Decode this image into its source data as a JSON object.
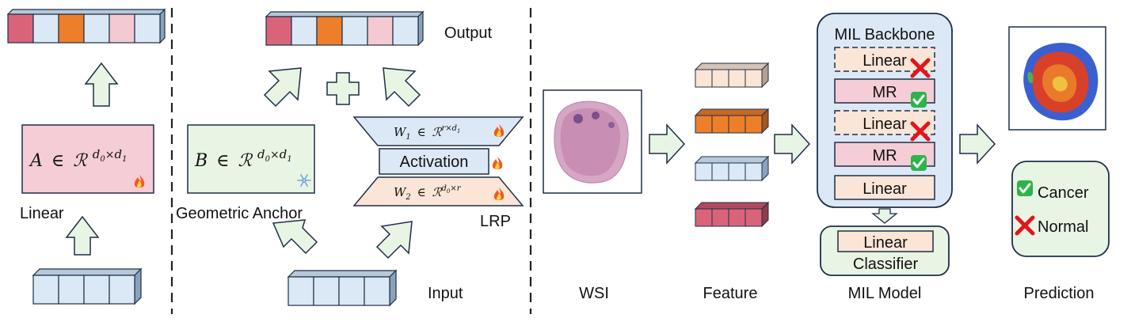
{
  "left_panel": {
    "linear_label": "Linear",
    "equation": {
      "lhs": "A",
      "in": "∈",
      "set": "ℛ",
      "sup1": "d",
      "sub1": "0",
      "times": "×",
      "sup2": "d",
      "sub2": "1"
    }
  },
  "middle_panel": {
    "output_label": "Output",
    "input_label": "Input",
    "anchor_label": "Geometric Anchor",
    "lrp_label": "LRP",
    "activation_label": "Activation",
    "anchor_equation": {
      "lhs": "B",
      "in": "∈",
      "set": "ℛ",
      "sup1": "d",
      "sub1": "0",
      "times": "×",
      "sup2": "d",
      "sub2": "1"
    },
    "w1_equation": {
      "w": "W",
      "wsub": "1",
      "in": "∈",
      "set": "ℛ",
      "sup": "r×d",
      "supsub": "1"
    },
    "w2_equation": {
      "w": "W",
      "wsub": "2",
      "in": "∈",
      "set": "ℛ",
      "sup": "d",
      "supsub": "0",
      "suptail": "×r"
    }
  },
  "right_panel": {
    "wsi_label": "WSI",
    "feature_label": "Feature",
    "mil_model_label": "MIL Model",
    "prediction_label": "Prediction",
    "backbone_title": "MIL Backbone",
    "backbone_layers": [
      "Linear",
      "MR",
      "Linear",
      "MR",
      "Linear"
    ],
    "classifier_inner": "Linear",
    "classifier_label": "Classifier",
    "outcomes": [
      "Cancer",
      "Normal"
    ]
  },
  "colors": {
    "cell_blue": "#dbe8f5",
    "cell_pink_dark": "#d9647a",
    "cell_orange": "#ee7f2a",
    "cell_pink_light": "#f4c9d2",
    "peach": "#fbe5d6",
    "green_fill": "#e8f4e4",
    "blue_box": "#dde8f6",
    "pink_box": "#f4cdd6",
    "outline": "#1f2f45"
  }
}
